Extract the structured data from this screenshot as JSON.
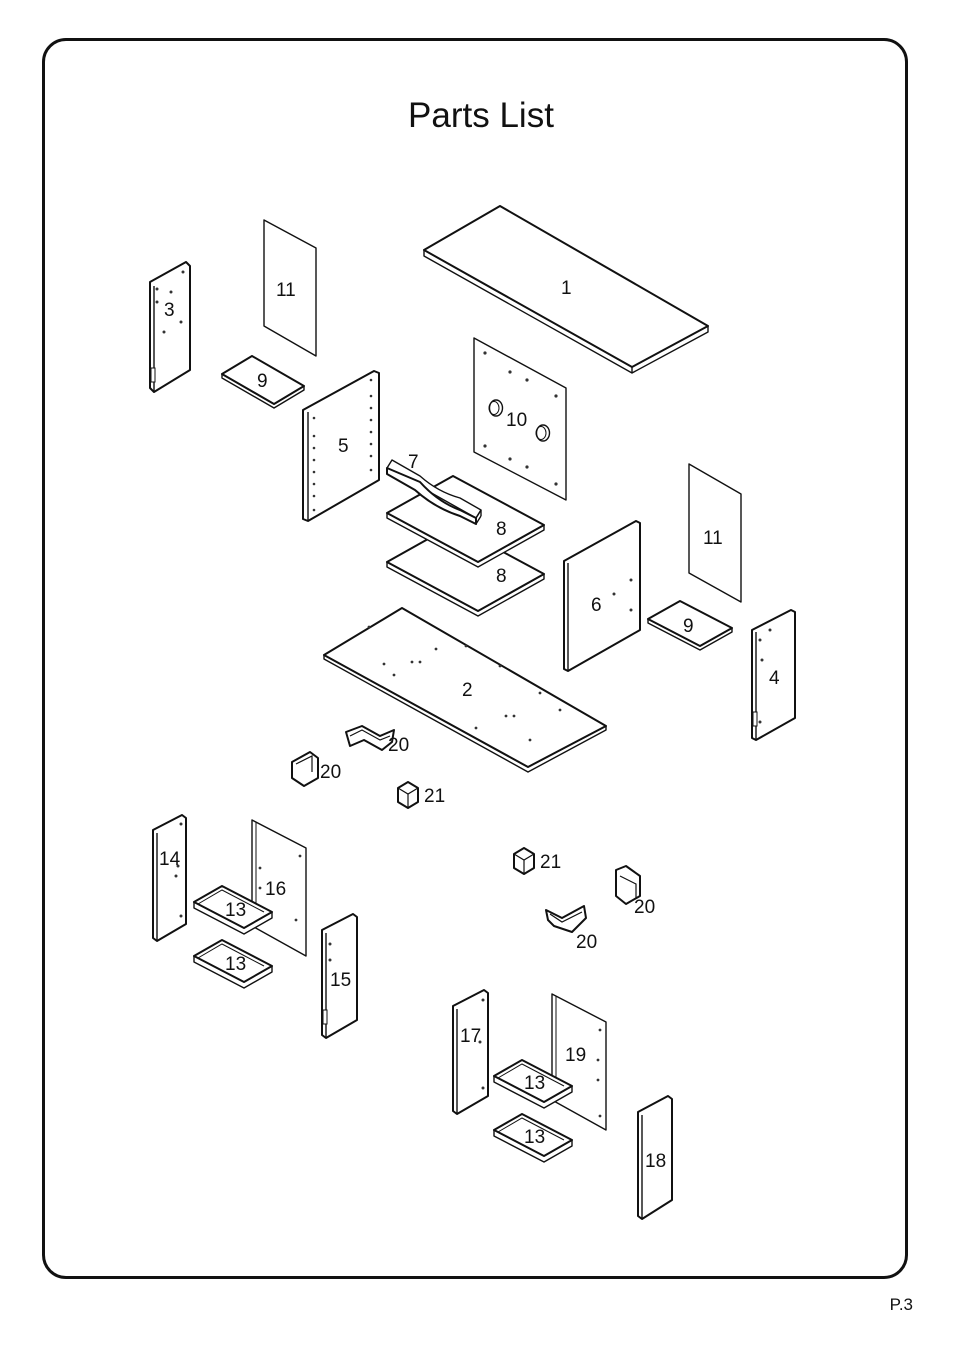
{
  "title": "Parts List",
  "page_number": "P.3",
  "parts": [
    {
      "id": "part-1",
      "label": "1"
    },
    {
      "id": "part-2",
      "label": "2"
    },
    {
      "id": "part-3",
      "label": "3"
    },
    {
      "id": "part-4",
      "label": "4"
    },
    {
      "id": "part-5",
      "label": "5"
    },
    {
      "id": "part-6",
      "label": "6"
    },
    {
      "id": "part-7",
      "label": "7"
    },
    {
      "id": "part-8a",
      "label": "8"
    },
    {
      "id": "part-8b",
      "label": "8"
    },
    {
      "id": "part-9a",
      "label": "9"
    },
    {
      "id": "part-9b",
      "label": "9"
    },
    {
      "id": "part-10",
      "label": "10"
    },
    {
      "id": "part-11a",
      "label": "11"
    },
    {
      "id": "part-11b",
      "label": "11"
    },
    {
      "id": "part-13a",
      "label": "13"
    },
    {
      "id": "part-13b",
      "label": "13"
    },
    {
      "id": "part-13c",
      "label": "13"
    },
    {
      "id": "part-13d",
      "label": "13"
    },
    {
      "id": "part-14",
      "label": "14"
    },
    {
      "id": "part-15",
      "label": "15"
    },
    {
      "id": "part-16",
      "label": "16"
    },
    {
      "id": "part-17",
      "label": "17"
    },
    {
      "id": "part-18",
      "label": "18"
    },
    {
      "id": "part-19",
      "label": "19"
    },
    {
      "id": "part-20a",
      "label": "20"
    },
    {
      "id": "part-20b",
      "label": "20"
    },
    {
      "id": "part-20c",
      "label": "20"
    },
    {
      "id": "part-20d",
      "label": "20"
    },
    {
      "id": "part-21a",
      "label": "21"
    },
    {
      "id": "part-21b",
      "label": "21"
    }
  ]
}
